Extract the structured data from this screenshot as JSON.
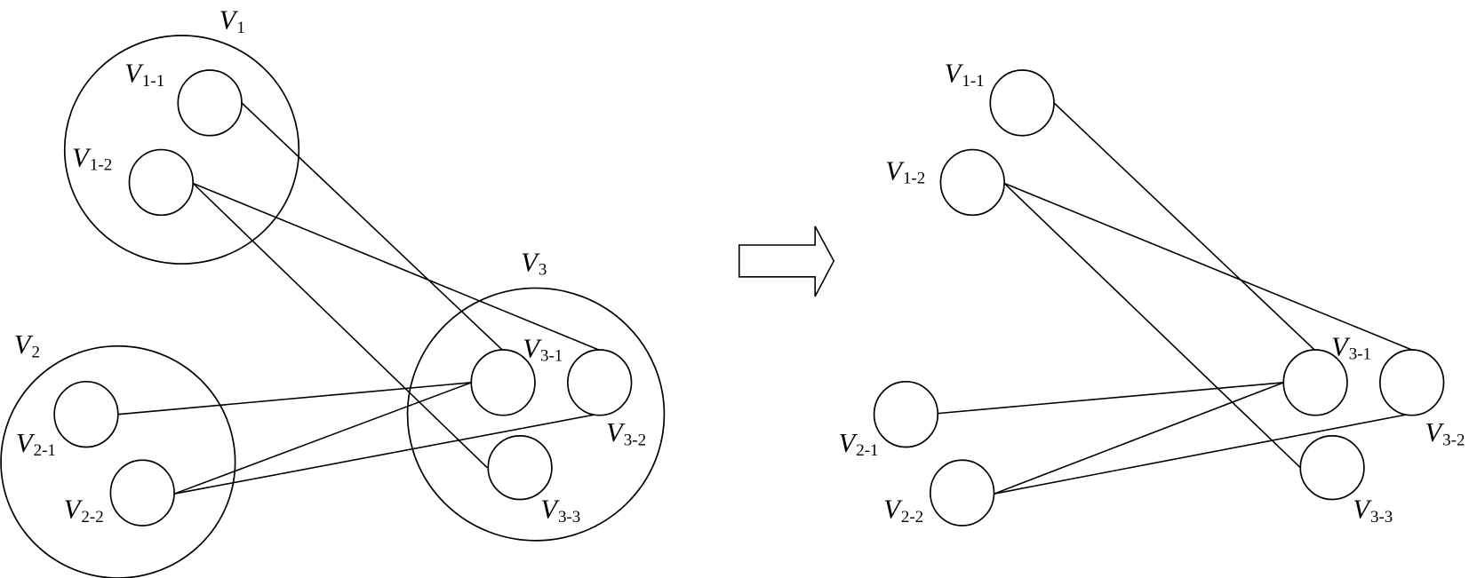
{
  "diagram": {
    "before": {
      "groups": [
        {
          "main": "V",
          "sub": "1"
        },
        {
          "main": "V",
          "sub": "2"
        },
        {
          "main": "V",
          "sub": "3"
        }
      ],
      "nodes": [
        {
          "main": "V",
          "sub": "1-1"
        },
        {
          "main": "V",
          "sub": "1-2"
        },
        {
          "main": "V",
          "sub": "2-1"
        },
        {
          "main": "V",
          "sub": "2-2"
        },
        {
          "main": "V",
          "sub": "3-1"
        },
        {
          "main": "V",
          "sub": "3-2"
        },
        {
          "main": "V",
          "sub": "3-3"
        }
      ],
      "edges": [
        [
          "1-1",
          "3-1"
        ],
        [
          "1-2",
          "3-2"
        ],
        [
          "1-2",
          "3-3"
        ],
        [
          "2-1",
          "3-1"
        ],
        [
          "2-2",
          "3-1"
        ],
        [
          "2-2",
          "3-2"
        ]
      ]
    },
    "transform_arrow": "right-block-arrow",
    "after": {
      "nodes": [
        {
          "main": "V",
          "sub": "1-1"
        },
        {
          "main": "V",
          "sub": "1-2"
        },
        {
          "main": "V",
          "sub": "2-1"
        },
        {
          "main": "V",
          "sub": "2-2"
        },
        {
          "main": "V",
          "sub": "3-1"
        },
        {
          "main": "V",
          "sub": "3-2"
        },
        {
          "main": "V",
          "sub": "3-3"
        }
      ],
      "edges": [
        [
          "1-1",
          "3-1"
        ],
        [
          "1-2",
          "3-2"
        ],
        [
          "1-2",
          "3-3"
        ],
        [
          "2-1",
          "3-1"
        ],
        [
          "2-2",
          "3-1"
        ],
        [
          "2-2",
          "3-2"
        ]
      ]
    }
  }
}
